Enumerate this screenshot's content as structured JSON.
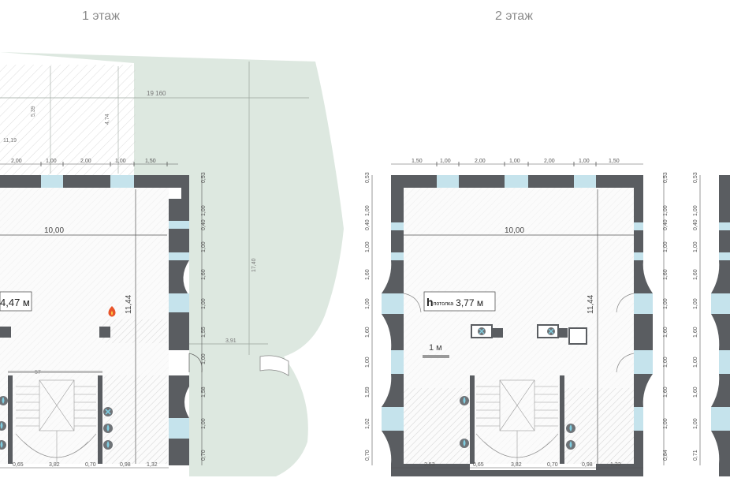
{
  "floors": [
    {
      "title": "1 этаж",
      "ceiling_label": "4,47 м",
      "plot_dims": [
        "19 160",
        "5,39",
        "4,74",
        "11,19",
        "17,40",
        "3,91"
      ],
      "top_dims": [
        "2,00",
        "1,00",
        "2,00",
        "1,00",
        "1,50"
      ],
      "width_dim": "10,00",
      "depth_dim": "11,44",
      "right_dims": [
        "0,53",
        "1,00",
        "0,40",
        "1,00",
        "1,60",
        "1,00",
        "1,55",
        "1,00",
        "1,58",
        "1,00",
        "0,70"
      ],
      "bottom_dims": [
        "0,65",
        "3,82",
        "0,70",
        "0,98",
        "1,32"
      ],
      "stair_label": "57"
    },
    {
      "title": "2 этаж",
      "ceiling_prefix": "h",
      "ceiling_sub": "потолка",
      "ceiling_value": "3,77 м",
      "scale_label": "1 м",
      "top_dims": [
        "1,50",
        "1,00",
        "2,00",
        "1,00",
        "2,00",
        "1,00",
        "1,50"
      ],
      "width_dim": "10,00",
      "depth_dim": "11,44",
      "left_dims": [
        "0,53",
        "1,00",
        "0,40",
        "1,00",
        "1,60",
        "1,00",
        "1,60",
        "1,00",
        "1,59",
        "1,02",
        "0,70"
      ],
      "right_dims": [
        "0,53",
        "1,00",
        "0,40",
        "1,00",
        "1,60",
        "1,00",
        "1,60",
        "1,00",
        "1,60",
        "1,00",
        "0,84"
      ],
      "bottom_dims": [
        "2,53",
        "0,65",
        "3,82",
        "0,70",
        "0,98",
        "1,32"
      ]
    },
    {
      "left_dims": [
        "0,53",
        "1,00",
        "0,40",
        "1,00",
        "1,60",
        "1,00",
        "1,60",
        "1,00",
        "1,60",
        "1,00",
        "0,71"
      ]
    }
  ],
  "colors": {
    "wall": "#5a5d61",
    "window": "#c5e3ec",
    "lawn": "#dde8e0",
    "hatch": "#e6e6e6",
    "dim": "#555555",
    "fire": "#e8542a"
  }
}
